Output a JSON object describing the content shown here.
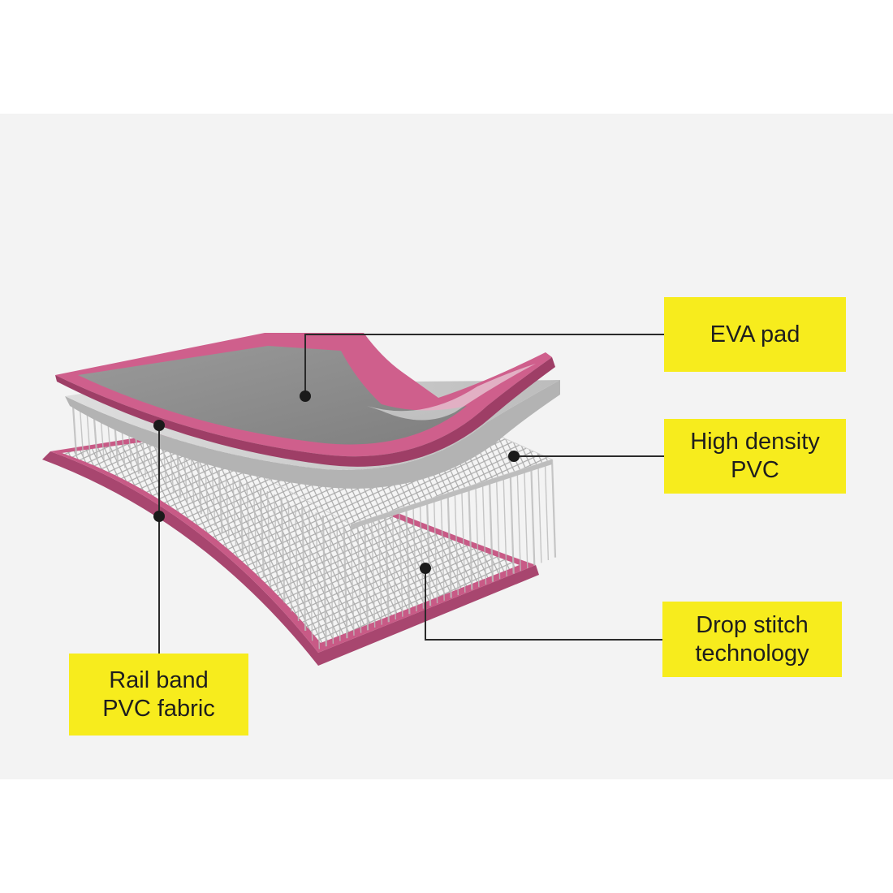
{
  "colors": {
    "page_background": "#ffffff",
    "panel_background": "#f3f3f3",
    "callout_fill": "#f7ec1d",
    "leader_line": "#2a2a2a",
    "rail_band": "#c85a86",
    "rail_band_dark": "#9e3e66",
    "eva_pad": "#8f8f8f",
    "pvc_sheet": "#cfcfcf",
    "stitch_threads": "#bdbdbd"
  },
  "icons": [
    "leader-dot-icon"
  ],
  "callouts": {
    "eva_pad": {
      "lines": [
        "EVA pad"
      ]
    },
    "high_density_pvc": {
      "lines": [
        "High density",
        "PVC"
      ]
    },
    "drop_stitch": {
      "lines": [
        "Drop stitch",
        "technology"
      ]
    },
    "rail_band": {
      "lines": [
        "Rail band",
        "PVC fabric"
      ]
    }
  }
}
